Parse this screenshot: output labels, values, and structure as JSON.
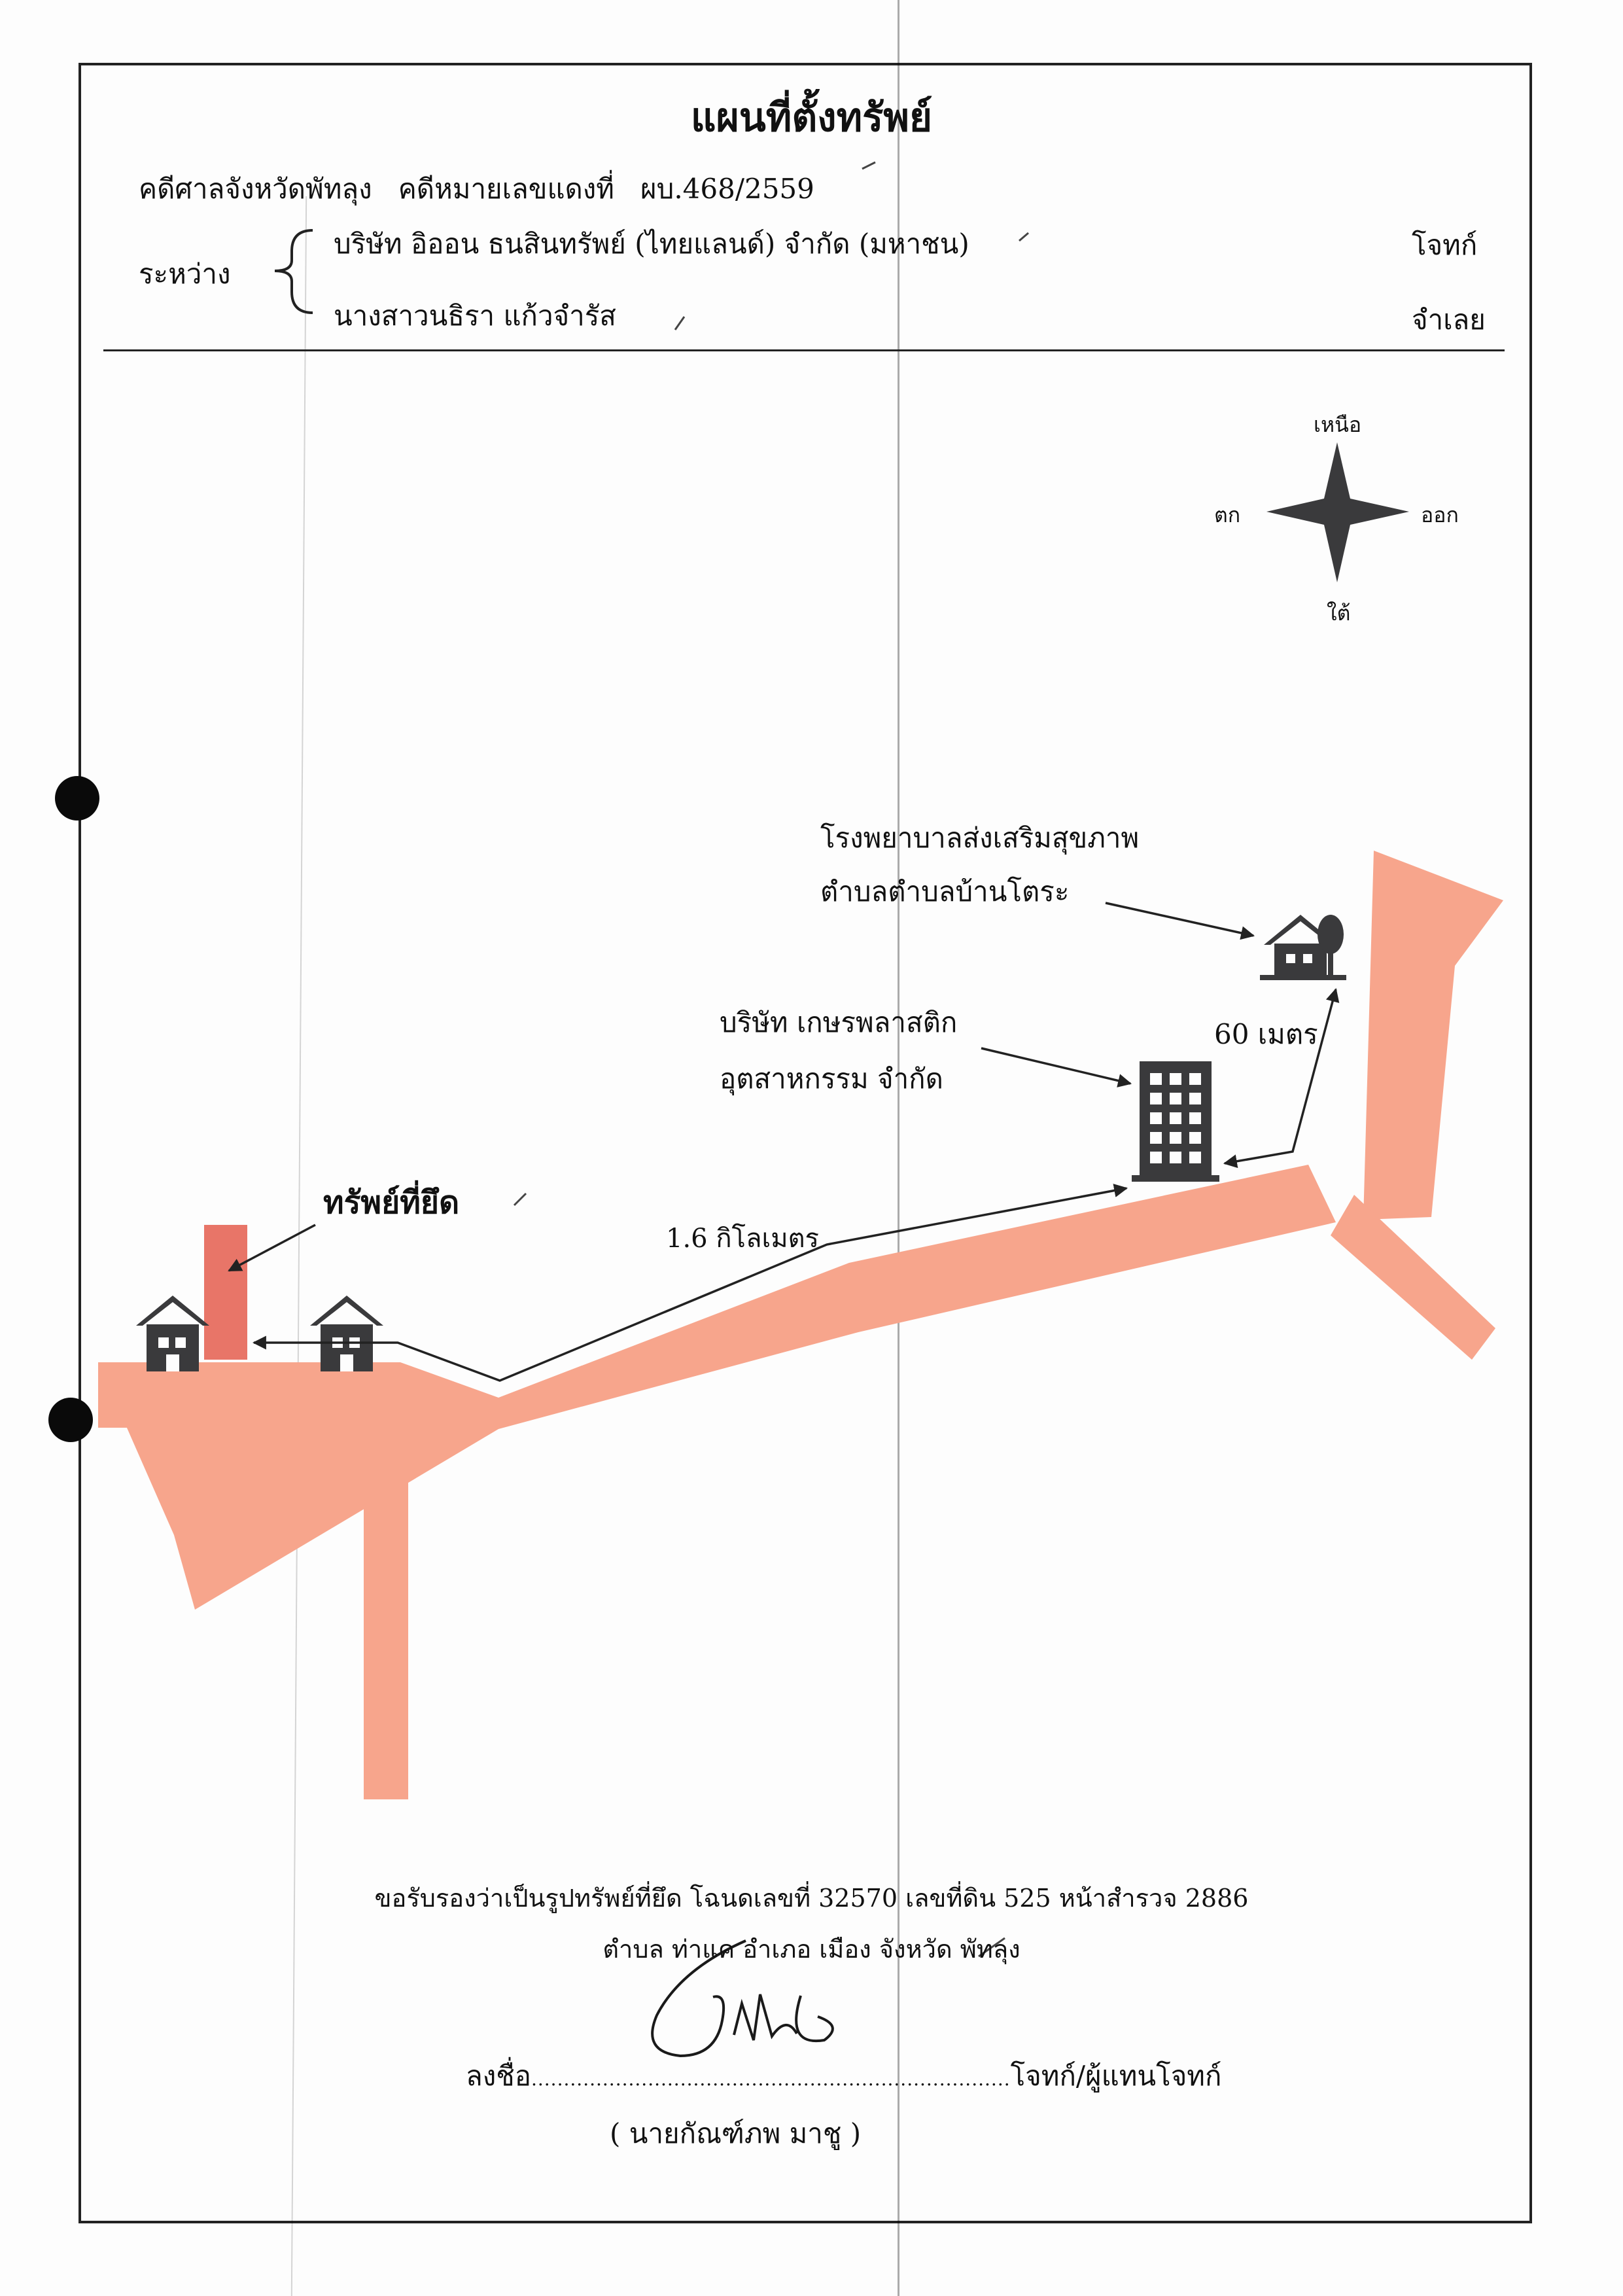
{
  "title": "แผนที่ตั้งทรัพย์",
  "case": {
    "court": "คดีศาลจังหวัดพัทลุง",
    "number_label": "คดีหมายเลขแดงที่",
    "number": "ผบ.468/2559"
  },
  "between_label": "ระหว่าง",
  "parties": [
    {
      "name": "บริษัท อิออน ธนสินทรัพย์ (ไทยแลนด์) จำกัด (มหาชน)",
      "role": "โจทก์"
    },
    {
      "name": "นางสาวนธิรา แก้วจำรัส",
      "role": "จำเลย"
    }
  ],
  "compass": {
    "north": "เหนือ",
    "south": "ใต้",
    "east": "ออก",
    "west": "ตก"
  },
  "landmarks": {
    "hospital_line1": "โรงพยาบาลส่งเสริมสุขภาพ",
    "hospital_line2": "ตำบลตำบลบ้านโตระ",
    "company_line1": "บริษัท เกษรพลาสติก",
    "company_line2": "อุตสาหกรรม จำกัด",
    "seized_property": "ทรัพย์ที่ยึด",
    "distance_long": "1.6 กิโลเมตร",
    "distance_short": "60 เมตร"
  },
  "certification": {
    "line1": "ขอรับรองว่าเป็นรูปทรัพย์ที่ยึด โฉนดเลขที่ 32570 เลขที่ดิน 525 หน้าสำรวจ 2886",
    "line2": "ตำบล ท่าแค อำเภอ เมือง จังหวัด พัทลุง",
    "sign_label": "ลงชื่อ",
    "sign_dots": "..........................................................................",
    "sign_role": "โจทก์/ผู้แทนโจทก์",
    "signer": "( นายกัณฑ์ภพ มาชู )"
  },
  "colors": {
    "road": "#f7a58c",
    "property": "#e87568",
    "ink": "#3a3a3c"
  }
}
